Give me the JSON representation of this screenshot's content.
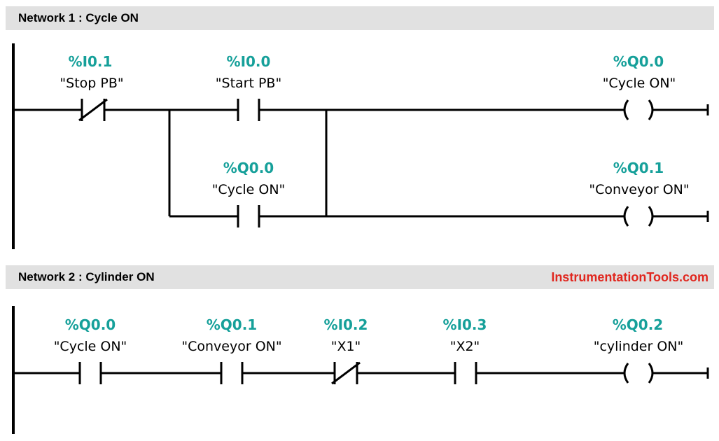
{
  "colors": {
    "header_bg": "#e1e1e1",
    "address": "#16a09a",
    "brand": "#e0271f",
    "wire": "#000000"
  },
  "network1": {
    "title": "Network 1 : Cycle ON",
    "elements": [
      {
        "type": "contact-nc",
        "address": "%I0.1",
        "tag": "\"Stop PB\""
      },
      {
        "type": "contact-no",
        "address": "%I0.0",
        "tag": "\"Start PB\""
      },
      {
        "type": "contact-no",
        "address": "%Q0.0",
        "tag": "\"Cycle ON\""
      },
      {
        "type": "coil",
        "address": "%Q0.0",
        "tag": "\"Cycle ON\""
      },
      {
        "type": "coil",
        "address": "%Q0.1",
        "tag": "\"Conveyor ON\""
      }
    ]
  },
  "network2": {
    "title": "Network 2 : Cylinder ON",
    "brand": "InstrumentationTools.com",
    "elements": [
      {
        "type": "contact-no",
        "address": "%Q0.0",
        "tag": "\"Cycle ON\""
      },
      {
        "type": "contact-no",
        "address": "%Q0.1",
        "tag": "\"Conveyor ON\""
      },
      {
        "type": "contact-nc",
        "address": "%I0.2",
        "tag": "\"X1\""
      },
      {
        "type": "contact-no",
        "address": "%I0.3",
        "tag": "\"X2\""
      },
      {
        "type": "coil",
        "address": "%Q0.2",
        "tag": "\"cylinder ON\""
      }
    ]
  }
}
